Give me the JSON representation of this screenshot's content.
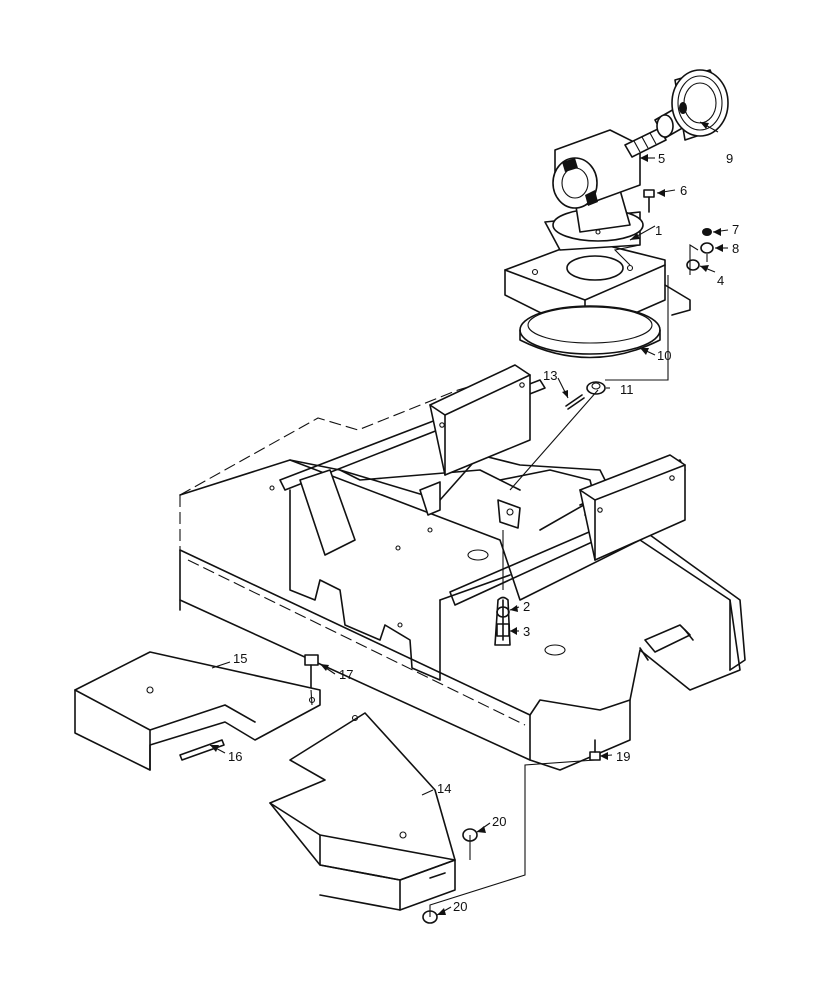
{
  "callouts": [
    {
      "id": "1",
      "text": "1"
    },
    {
      "id": "2",
      "text": "2"
    },
    {
      "id": "3",
      "text": "3"
    },
    {
      "id": "4",
      "text": "4"
    },
    {
      "id": "5",
      "text": "5"
    },
    {
      "id": "6",
      "text": "6"
    },
    {
      "id": "7",
      "text": "7"
    },
    {
      "id": "8",
      "text": "8"
    },
    {
      "id": "9",
      "text": "9"
    },
    {
      "id": "10",
      "text": "10"
    },
    {
      "id": "11",
      "text": "11"
    },
    {
      "id": "13",
      "text": "13"
    },
    {
      "id": "14",
      "text": "14"
    },
    {
      "id": "15",
      "text": "15"
    },
    {
      "id": "16",
      "text": "16"
    },
    {
      "id": "17",
      "text": "17"
    },
    {
      "id": "19",
      "text": "19"
    },
    {
      "id": "20a",
      "text": "20"
    },
    {
      "id": "20b",
      "text": "20"
    }
  ]
}
